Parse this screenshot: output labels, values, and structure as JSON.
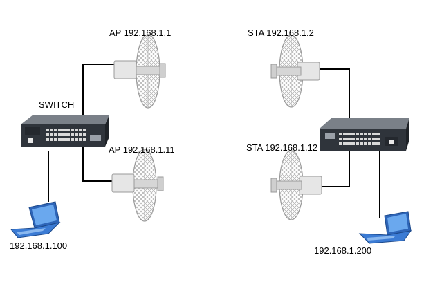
{
  "labels": {
    "ap1": "AP 192.168.1.1",
    "ap2": "AP 192.168.1.11",
    "sta1": "STA 192.168.1.2",
    "sta2": "STA 192.168.1.12",
    "switch": "SWITCH",
    "laptop_left": "192.168.1.100",
    "laptop_right": "192.168.1.200"
  },
  "colors": {
    "cable": "#000000",
    "switch_body": "#3b4048",
    "switch_top": "#5a6068",
    "laptop_screen": "#3d7fd6",
    "laptop_body": "#2f6cc4",
    "antenna": "#c9c9c9"
  }
}
